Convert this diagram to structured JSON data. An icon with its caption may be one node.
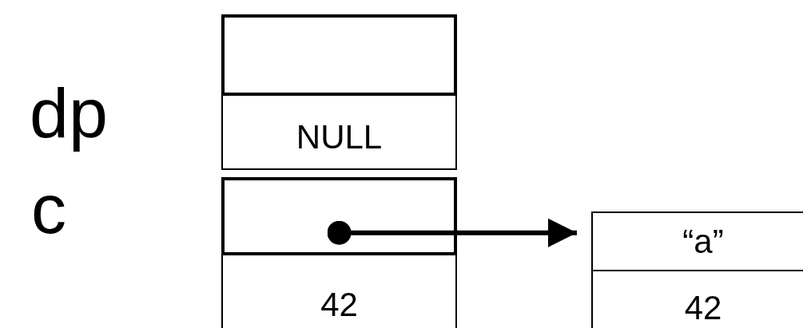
{
  "diagram": {
    "nodes": [
      {
        "text": [
          "dp"
        ]
      },
      {
        "text": [],
        "shape": "box",
        "in": 0
      },
      {
        "text": [
          "NULL"
        ],
        "in": 0
      },
      {
        "text": [
          "c"
        ]
      },
      {
        "text": [],
        "shape": "box",
        "in": 3
      },
      {
        "text": [
          "42"
        ],
        "in": 3
      },
      {
        "text": [],
        "shape": "box"
      },
      {
        "text": [
          "“a”"
        ],
        "in": 6
      },
      {
        "text": [
          "42"
        ],
        "in": 6
      }
    ],
    "edges": [
      {
        "from": 4,
        "to": 6,
        "arrow": "to"
      }
    ]
  }
}
